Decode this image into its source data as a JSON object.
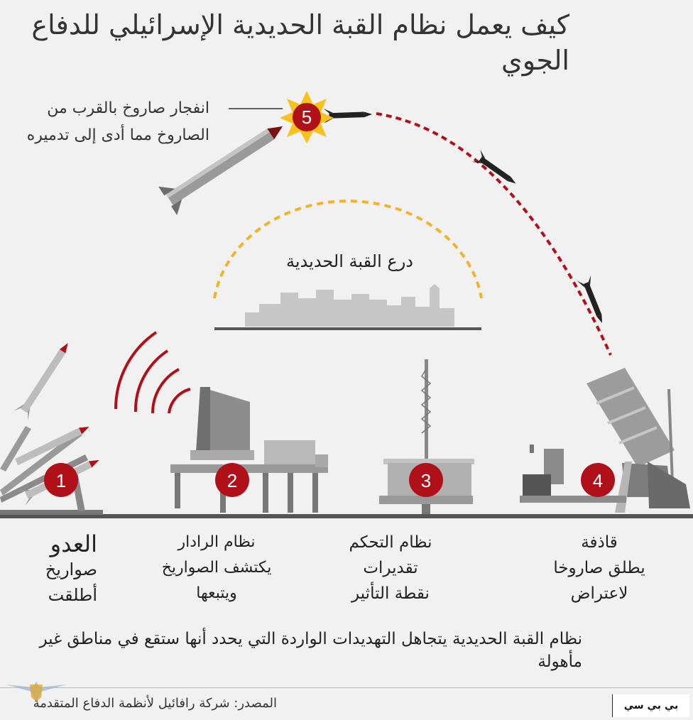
{
  "title": "كيف يعمل نظام القبة الحديدية الإسرائيلي للدفاع الجوي",
  "explosion": {
    "step": "5",
    "caption": "انفجار صاروخ بالقرب من الصاروخ مما أدى إلى تدميره"
  },
  "shield_label": "درع القبة الحديدية",
  "steps": [
    {
      "number": "1",
      "heading": "العدو",
      "lines": [
        "صواريخ",
        "أطلقت"
      ]
    },
    {
      "number": "2",
      "heading": "نظام الرادار",
      "lines": [
        "يكتشف الصواريخ",
        "ويتبعها"
      ]
    },
    {
      "number": "3",
      "heading": "نظام التحكم",
      "lines": [
        "تقديرات",
        "نقطة التأثير"
      ]
    },
    {
      "number": "4",
      "heading": "قاذفة",
      "lines": [
        "يطلق صاروخا",
        "لاعتراض"
      ]
    }
  ],
  "note": "نظام القبة الحديدية يتجاهل التهديدات الواردة التي يحدد أنها ستقع في مناطق غير مأهولة",
  "source": "المصدر: شركة رافائيل لأنظمة الدفاع المتقدمة",
  "brand": "بي بي سي",
  "colors": {
    "accent_red": "#b01018",
    "shield_yellow": "#f0b429",
    "burst": "#f7c21c",
    "ground": "#555555"
  }
}
